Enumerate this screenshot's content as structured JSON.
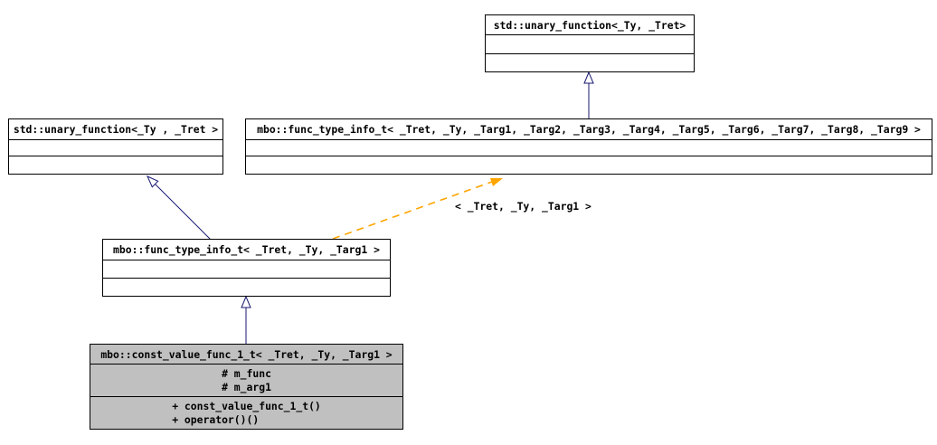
{
  "diagram": {
    "colors": {
      "inheritance_arrow": "#191970",
      "template_arrow": "#ffa500",
      "box_border": "#000000",
      "highlight_fill": "#c0c0c0",
      "background": "#ffffff",
      "arrowhead_open_fill": "#ffffff"
    },
    "classes": [
      {
        "title": "std::unary_function<_Ty, _Tret>"
      },
      {
        "title": "std::unary_function<_Ty , _Tret >"
      },
      {
        "title": "mbo::func_type_info_t< _Tret, _Ty, _Targ1, _Targ2, _Targ3, _Targ4, _Targ5, _Targ6, _Targ7, _Targ8, _Targ9 >"
      },
      {
        "title": "mbo::func_type_info_t< _Tret, _Ty, _Targ1 >"
      },
      {
        "title": "mbo::const_value_func_1_t< _Tret, _Ty, _Targ1 >",
        "attributes": [
          "# m_func",
          "# m_arg1"
        ],
        "methods": [
          "+ const_value_func_1_t()",
          "+ operator()()"
        ]
      }
    ],
    "template_label": "< _Tret, _Ty, _Targ1 >"
  }
}
